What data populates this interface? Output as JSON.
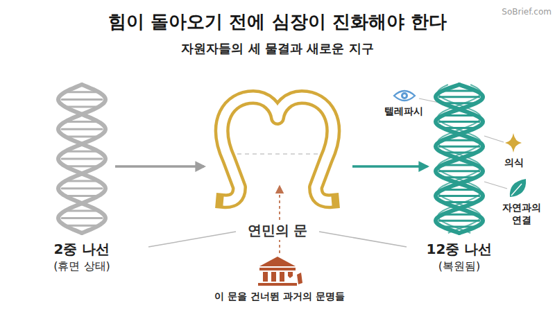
{
  "diagram": {
    "title": "힘이 돌아오기 전에 심장이 진화해야 한다",
    "caption": "자원자들의 세 물결과 새로운 지구",
    "nodes": [
      {
        "text": [
          "2중 나선",
          "(휴면 상태)"
        ]
      },
      {
        "text": [
          "연민의 문"
        ]
      },
      {
        "text": [
          "12중 나선",
          "(복원됨)"
        ]
      },
      {
        "text": [
          "이 문을 건너뛴 과거의 문명들"
        ]
      }
    ],
    "edges": [
      {
        "from": 0,
        "to": 1,
        "arrow": "to"
      },
      {
        "from": 1,
        "to": 2,
        "arrow": "to"
      },
      {
        "from": 3,
        "to": 1,
        "arrow": "to"
      }
    ],
    "labels": [
      "SoBrief.com",
      "텔레파시",
      "의식",
      "자연과의 연결"
    ]
  }
}
